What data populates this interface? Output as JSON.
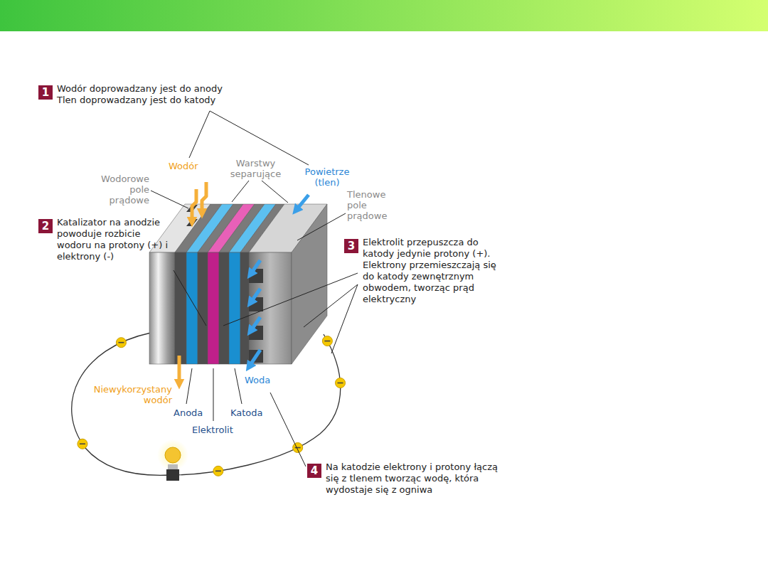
{
  "diagram": {
    "nodes": [
      {
        "text": [
          "1",
          "Wodór doprowadzany jest do anody",
          "Tlen doprowadzany jest do katody"
        ]
      },
      {
        "text": [
          "2",
          "Katalizator na anodzie powoduje rozbicie wodoru na protony (+) i elektrony (-)"
        ]
      },
      {
        "text": [
          "3",
          "Elektrolit przepuszcza do katody jedynie protony (+).",
          "Elektrony przemieszczają się do katody zewnętrznym obwodem, tworząc prąd elektryczny"
        ]
      },
      {
        "text": [
          "4",
          "Na katodzie elektrony i protony łączą się z tlenem tworząc wodę, która wydostaje się z ogniwa"
        ]
      }
    ],
    "labels": [
      "Wodór",
      "Warstwy separujące",
      "Powietrze (tlen)",
      "Wodorowe pole prądowe",
      "Tlenowe pole prądowe",
      "Niewykorzystany wodór",
      "Woda",
      "Anoda",
      "Katoda",
      "Elektrolit"
    ]
  }
}
